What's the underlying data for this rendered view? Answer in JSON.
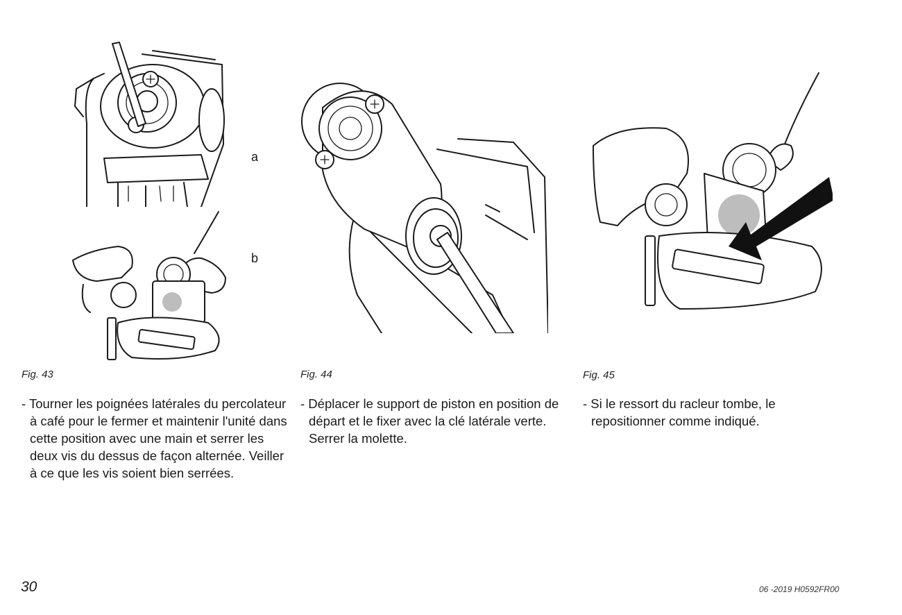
{
  "figures": [
    {
      "caption": "Fig. 43",
      "sub_labels": [
        "a",
        "b"
      ],
      "text": "- Tourner les poignées latérales du percolateur à café pour le fermer et maintenir l'unité dans cette position avec une main et serrer les deux vis du dessus de façon alternée. Veiller à ce que les vis soient bien serrées."
    },
    {
      "caption": "Fig. 44",
      "text": "- Déplacer le support de piston en position de départ et le fixer avec la clé latérale verte. Serrer la molette."
    },
    {
      "caption": "Fig. 45",
      "text": "- Si le ressort du racleur tombe, le repositionner comme indiqué."
    }
  ],
  "footer": {
    "page_number": "30",
    "doc_reference": "06 -2019 H0592FR00"
  }
}
